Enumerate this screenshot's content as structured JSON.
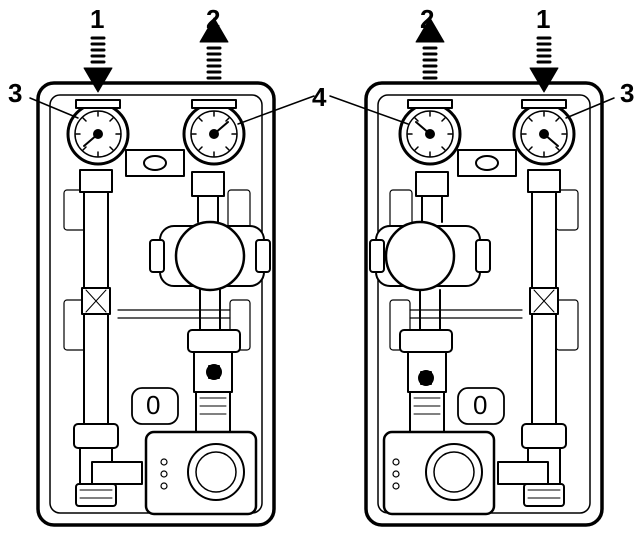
{
  "callouts": {
    "left_1": "1",
    "left_2": "2",
    "left_3": "3",
    "left_4": "4",
    "right_2": "2",
    "right_1": "1",
    "right_3": "3"
  },
  "symbols": {
    "left_bypass": "0",
    "right_bypass": "0"
  },
  "colors": {
    "line": "#000000",
    "fill": "#ffffff",
    "shade": "#d9d9d9"
  }
}
